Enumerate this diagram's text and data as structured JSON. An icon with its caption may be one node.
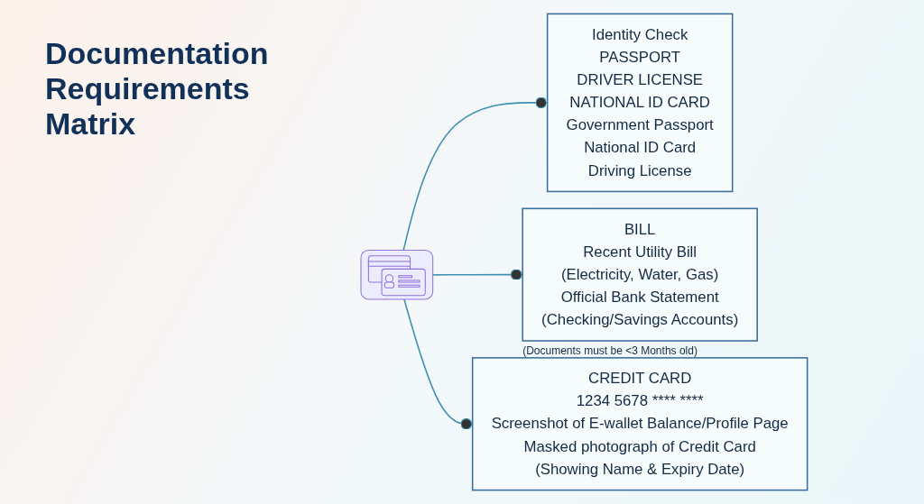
{
  "diagram": {
    "title": "Documentation Requirements Matrix",
    "nodes": [
      {
        "text": [],
        "shape": "picture"
      },
      {
        "text": [
          "Identity Check",
          "PASSPORT",
          "DRIVER LICENSE",
          "NATIONAL ID CARD",
          "Government Passport",
          "National ID Card",
          "Driving License"
        ]
      },
      {
        "text": [
          "BILL",
          "Recent Utility Bill",
          "(Electricity, Water, Gas)",
          "Official Bank Statement",
          "(Checking/Savings Accounts)"
        ],
        "beside": [
          "(Documents must be <3 Months old)"
        ]
      },
      {
        "text": [
          "CREDIT CARD",
          "1234 5678 **** ****",
          "Screenshot of E-wallet Balance/Profile Page",
          "Masked photograph of Credit Card",
          "(Showing Name & Expiry Date)"
        ]
      }
    ],
    "edges": [
      {
        "from": 0,
        "to": 1,
        "arrow": "other"
      },
      {
        "from": 0,
        "to": 2,
        "arrow": "other"
      },
      {
        "from": 0,
        "to": 3,
        "arrow": "other"
      }
    ]
  }
}
